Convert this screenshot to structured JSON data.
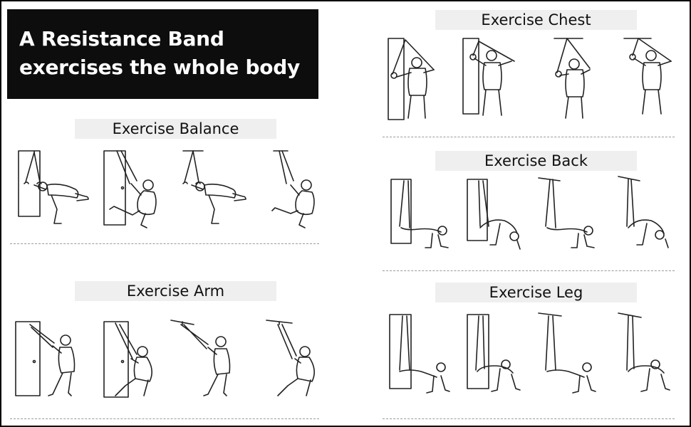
{
  "title": {
    "line1": "A Resistance Band",
    "line2": "exercises the whole body"
  },
  "sections": {
    "balance": {
      "label": "Exercise Balance"
    },
    "arm": {
      "label": "Exercise Arm"
    },
    "chest": {
      "label": "Exercise Chest"
    },
    "back": {
      "label": "Exercise Back"
    },
    "leg": {
      "label": "Exercise Leg"
    }
  },
  "colors": {
    "title_bg": "#0d0d0d",
    "title_text": "#ffffff",
    "section_bg": "#efefef",
    "line_art": "#222222"
  }
}
